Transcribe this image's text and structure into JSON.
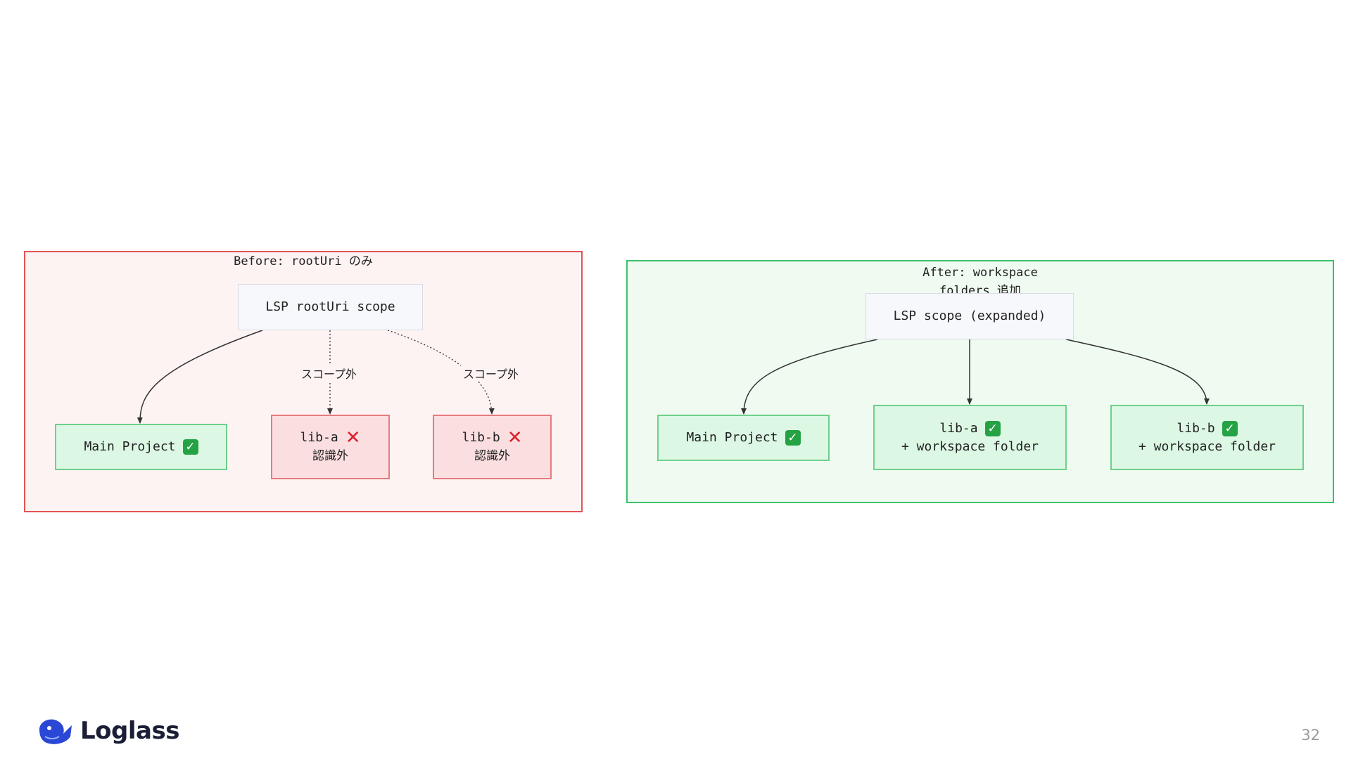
{
  "before": {
    "title": "Before: rootUri のみ",
    "scope_label": "LSP rootUri scope",
    "main": {
      "label": "Main Project"
    },
    "lib_a": {
      "label": "lib-a",
      "status": "認識外"
    },
    "lib_b": {
      "label": "lib-b",
      "status": "認識外"
    },
    "edge_label": "スコープ外"
  },
  "after": {
    "title": "After: workspace\nfolders 追加",
    "scope_label": "LSP scope (expanded)",
    "main": {
      "label": "Main Project"
    },
    "lib_a": {
      "label": "lib-a",
      "detail": "+ workspace folder"
    },
    "lib_b": {
      "label": "lib-b",
      "detail": "+ workspace folder"
    }
  },
  "icons": {
    "ok": "check-mark-icon",
    "ng": "cross-mark-icon"
  },
  "colors": {
    "before_border": "#e05555",
    "after_border": "#3cc26a",
    "ok_fill": "#dcf8e4",
    "ng_fill": "#fbdfe0"
  },
  "footer": {
    "brand": "Loglass",
    "page_number": "32"
  }
}
